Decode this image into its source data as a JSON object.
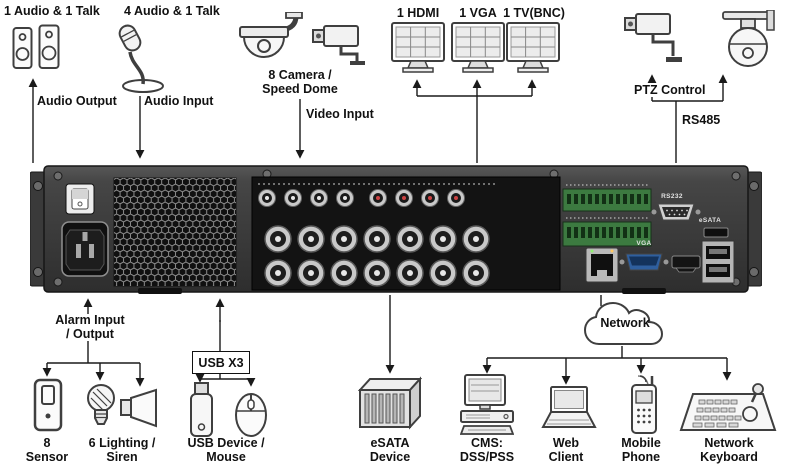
{
  "top": {
    "audio1_label": "1 Audio & 1 Talk",
    "audio4_label": "4 Audio & 1 Talk",
    "audio_output": "Audio Output",
    "audio_input": "Audio Input",
    "camera_line1": "8 Camera /",
    "camera_line2": "Speed Dome",
    "video_input": "Video Input",
    "hdmi_label": "1 HDMI",
    "vga_label": "1 VGA",
    "tv_label": "1 TV(BNC)",
    "ptz_control": "PTZ Control",
    "rs485": "RS485"
  },
  "panel": {
    "rs232": "RS232",
    "vga": "VGA",
    "esata": "eSATA"
  },
  "bottom": {
    "alarm_line1": "Alarm Input",
    "alarm_line2": "/ Output",
    "sensor_line1": "8",
    "sensor_line2": "Sensor",
    "lighting_line1": "6 Lighting /",
    "lighting_line2": "Siren",
    "usb_x3": "USB X3",
    "usb_line1": "USB Device /",
    "usb_line2": "Mouse",
    "esata_line1": "eSATA",
    "esata_line2": "Device",
    "cms_line1": "CMS:",
    "cms_line2": "DSS/PSS",
    "web_line1": "Web",
    "web_line2": "Client",
    "mobile_line1": "Mobile",
    "mobile_line2": "Phone",
    "keyboard_line1": "Network",
    "keyboard_line2": "Keyboard",
    "network": "Network"
  },
  "colors": {
    "line": "#1a1a1a",
    "panel_body": "#3d3d3d",
    "terminal_green": "#3c7a40",
    "bnc_ring": "#c9c9c9"
  }
}
